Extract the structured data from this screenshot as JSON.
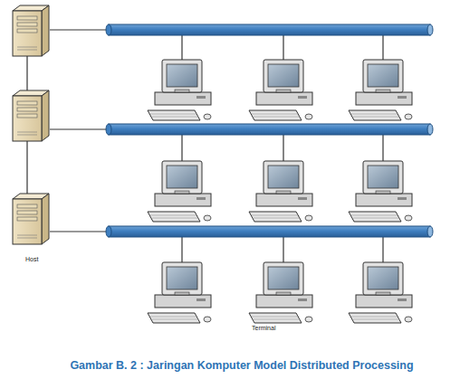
{
  "diagram": {
    "caption": "Gambar B. 2 : Jaringan Komputer Model Distributed Processing",
    "labels": [
      "Host",
      "Terminal"
    ]
  }
}
